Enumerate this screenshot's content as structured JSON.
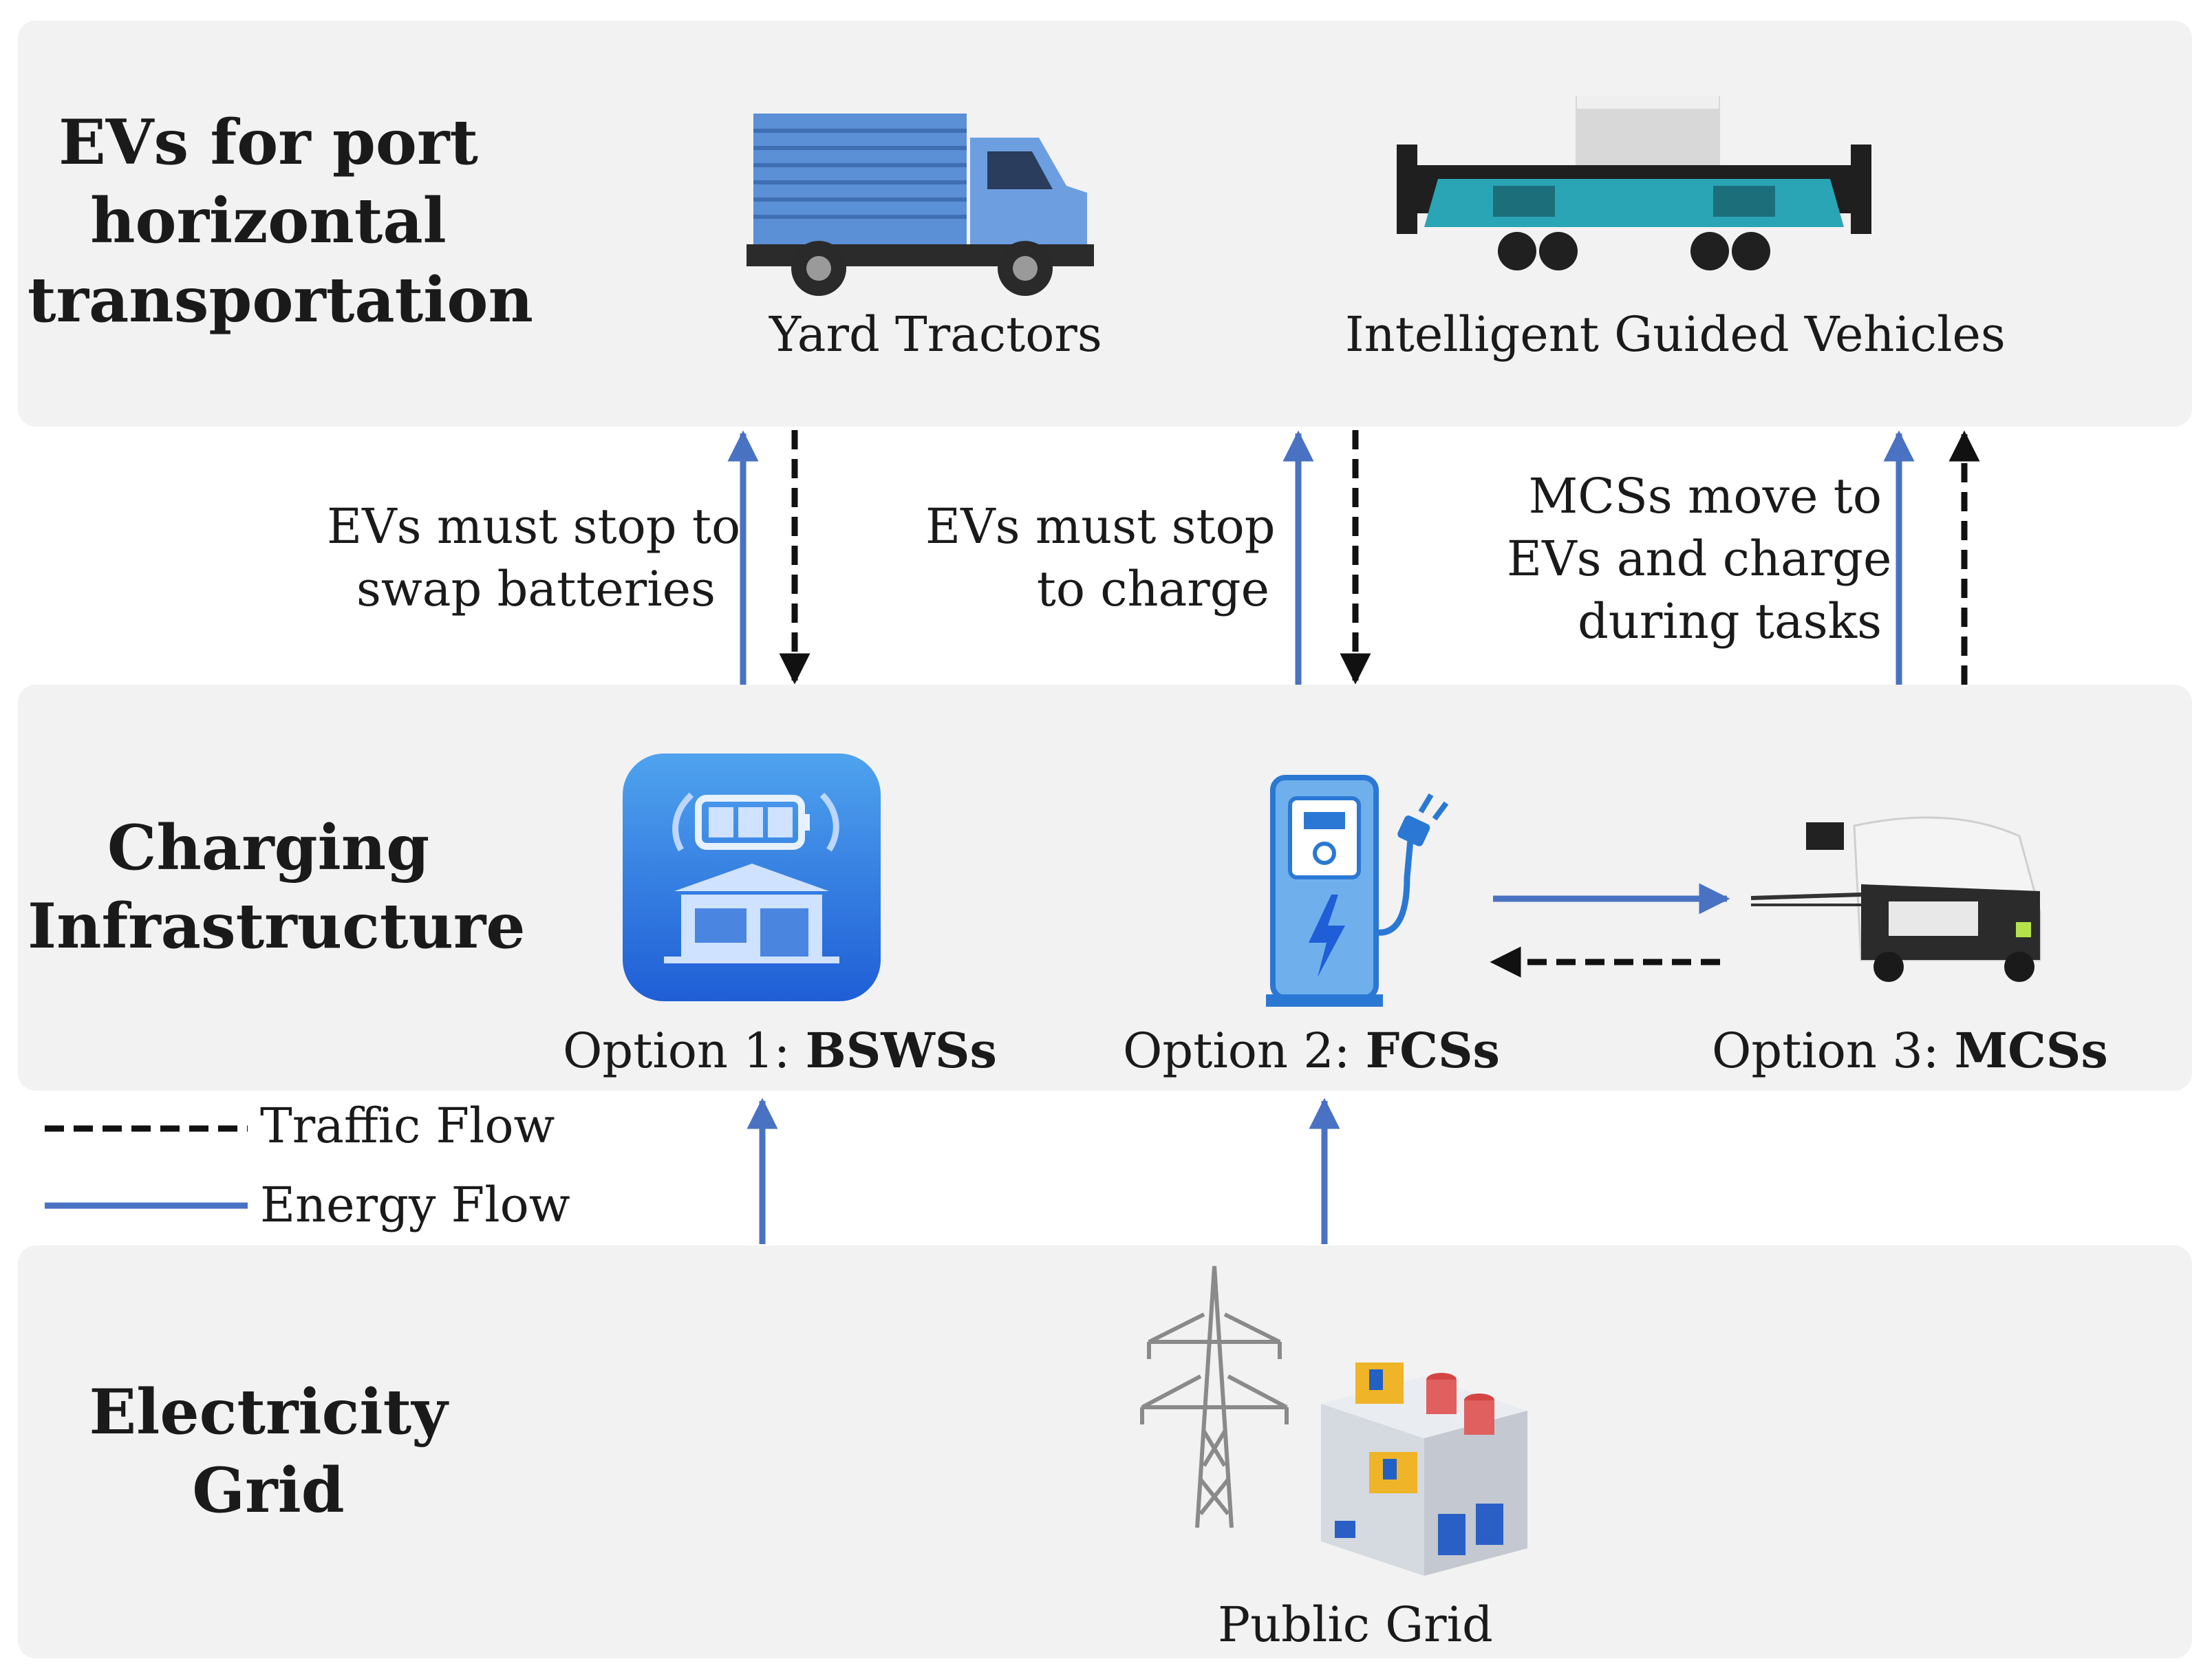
{
  "layers": {
    "evs_title": [
      "EVs for port",
      "horizontal",
      "transportation"
    ],
    "charging_title": [
      "Charging",
      "Infrastructure"
    ],
    "grid_title": [
      "Electricity",
      "Grid"
    ]
  },
  "vehicles": {
    "yard_tractors": "Yard Tractors",
    "igv": "Intelligent Guided Vehicles"
  },
  "options": {
    "opt1_prefix": "Option 1: ",
    "opt1_name": "BSWSs",
    "opt2_prefix": "Option 2: ",
    "opt2_name": "FCSs",
    "opt3_prefix": "Option 3: ",
    "opt3_name": "MCSs"
  },
  "notes": {
    "bsws": [
      "EVs must stop to",
      "swap batteries"
    ],
    "fcs": [
      "EVs must stop",
      "to charge"
    ],
    "mcs": [
      "MCSs move to",
      "EVs and charge",
      "during tasks"
    ]
  },
  "legend": {
    "traffic": "Traffic Flow",
    "energy": "Energy Flow"
  },
  "grid_label": "Public Grid",
  "colors": {
    "energy_flow": "#4a72c2",
    "traffic_flow": "#111111",
    "panel": "#f2f2f2"
  },
  "icons": [
    "truck-icon",
    "igv-icon",
    "battery-swap-icon",
    "charging-station-icon",
    "mobile-charger-robot-icon",
    "power-tower-icon",
    "power-plant-icon"
  ]
}
